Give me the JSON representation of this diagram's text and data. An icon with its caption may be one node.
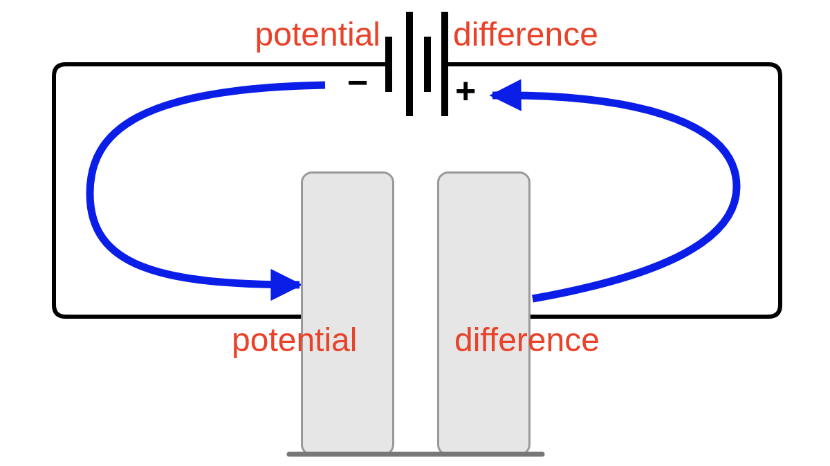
{
  "diagram": {
    "nodes": [
      {
        "text": [],
        "shape": "battery",
        "beside": [
          "−",
          "+"
        ]
      },
      {
        "text": [],
        "shape": "box"
      },
      {
        "text": [],
        "shape": "box"
      }
    ],
    "edges": [
      {
        "from": 0,
        "to": 1,
        "arrow": "none"
      },
      {
        "from": 0,
        "to": 2,
        "arrow": "none"
      },
      {
        "from": 0,
        "to": 1,
        "arrow": "to",
        "style": "thick",
        "color": "#0a1ee8"
      },
      {
        "from": 2,
        "to": 0,
        "arrow": "to",
        "style": "thick",
        "color": "#0a1ee8"
      }
    ],
    "labels": [
      "potential",
      "difference",
      "potential",
      "difference"
    ]
  }
}
